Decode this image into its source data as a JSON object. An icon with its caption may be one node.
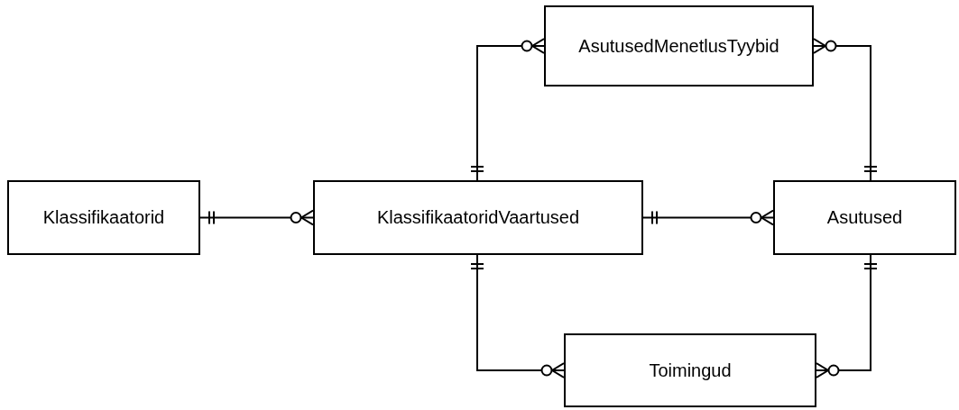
{
  "diagram": {
    "nodes": [
      {
        "text": [
          "Klassifikaatorid"
        ]
      },
      {
        "text": [
          "KlassifikaatoridVaartused"
        ]
      },
      {
        "text": [
          "AsutusedMenetlusTyybid"
        ]
      },
      {
        "text": [
          "Asutused"
        ]
      },
      {
        "text": [
          "Toimingud"
        ]
      }
    ],
    "edges": [
      {
        "from": 0,
        "to": 1,
        "arrow": "other"
      },
      {
        "from": 1,
        "to": 2,
        "arrow": "other"
      },
      {
        "from": 3,
        "to": 2,
        "arrow": "other"
      },
      {
        "from": 1,
        "to": 3,
        "arrow": "other"
      },
      {
        "from": 1,
        "to": 4,
        "arrow": "other"
      },
      {
        "from": 3,
        "to": 4,
        "arrow": "other"
      }
    ]
  }
}
